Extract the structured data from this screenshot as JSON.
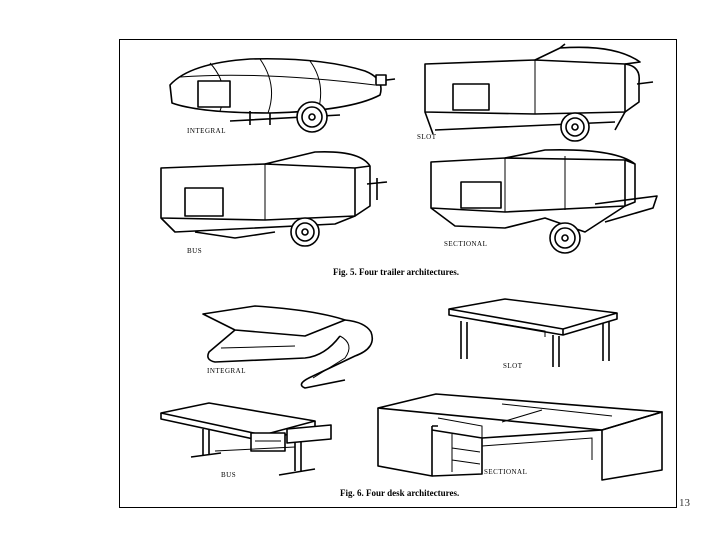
{
  "figure5": {
    "caption": "Fig. 5. Four trailer architectures.",
    "labels": {
      "integral": "INTEGRAL",
      "slot": "SLOT",
      "bus": "BUS",
      "sectional": "SECTIONAL"
    }
  },
  "figure6": {
    "caption": "Fig. 6. Four desk architectures.",
    "labels": {
      "integral": "INTEGRAL",
      "slot": "SLOT",
      "bus": "BUS",
      "sectional": "SECTIONAL"
    }
  },
  "page_number": "13"
}
